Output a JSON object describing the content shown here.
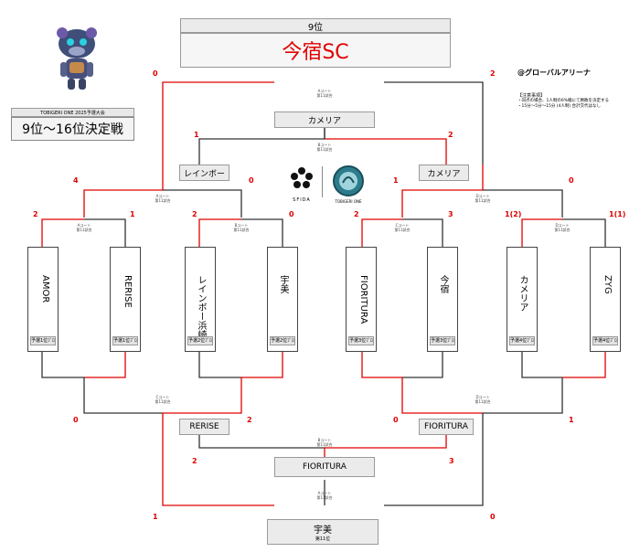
{
  "top": {
    "header": "9位",
    "winner": "今宿SC"
  },
  "venue": "@グローバルアリーナ",
  "notes": {
    "title": "【注意事項】",
    "body": "・同点の場合、1人制の6%戦にて勝敗を決定する\n・15分～5分～15分 (4人制) 合計交代はなし"
  },
  "event": {
    "subtitle": "TOBIGERI ONE 2025予選大会",
    "title": "9位～16位決定戦"
  },
  "sponsor": "SFIDA",
  "badge_text": "TOBIGERI ONE",
  "teams": [
    {
      "name": "AMOR",
      "rank": "予選1位ﾌﾞﾛｯｸ3位"
    },
    {
      "name": "RERISE",
      "rank": "予選1位ﾌﾞﾛｯｸ4位"
    },
    {
      "name": "レインボー浜崎",
      "rank": "予選2位ﾌﾞﾛｯｸ3位"
    },
    {
      "name": "宇美",
      "rank": "予選2位ﾌﾞﾛｯｸ4位"
    },
    {
      "name": "FIORITURA",
      "rank": "予選3位ﾌﾞﾛｯｸ3位"
    },
    {
      "name": "今宿",
      "rank": "予選3位ﾌﾞﾛｯｸ4位"
    },
    {
      "name": "カメリア",
      "rank": "予選4位ﾌﾞﾛｯｸ3位"
    },
    {
      "name": "ZYG",
      "rank": "予選4位ﾌﾞﾛｯｸ4位"
    }
  ],
  "winners": {
    "r2_upper_left": "レインボー",
    "r2_upper_right": "カメリア",
    "r3_upper": "カメリア",
    "r2_lower_left": "RERISE",
    "r2_lower_right": "FIORITURA",
    "r3_lower": "FIORITURA",
    "final_bottom": "宇美",
    "final_bottom_sub": "第11位"
  },
  "scores": {
    "s_top_l": "0",
    "s_top_r": "2",
    "s_q_l": "1",
    "s_q_r": "2",
    "s_sf_l": "4",
    "s_sf_l2": "0",
    "s_sf_r": "1",
    "s_sf_r2": "0",
    "s_a": "2",
    "s_b": "1",
    "s_c": "2",
    "s_d": "0",
    "s_e": "2",
    "s_f": "3",
    "s_g": "1(2)",
    "s_h": "1(1)",
    "s_lo1": "0",
    "s_lo2": "2",
    "s_lo3": "0",
    "s_lo4": "1",
    "s_lsf_l": "2",
    "s_lsf_r": "3",
    "s_fin_l": "1",
    "s_fin_r": "0"
  },
  "court": {
    "c1": "Aコート",
    "c2": "Bコート",
    "c3": "Cコート",
    "c4": "Dコート",
    "t": "第11試合"
  },
  "colors": {
    "win_line": "#e00000",
    "lose_line": "#333333",
    "score": "#e00000"
  }
}
